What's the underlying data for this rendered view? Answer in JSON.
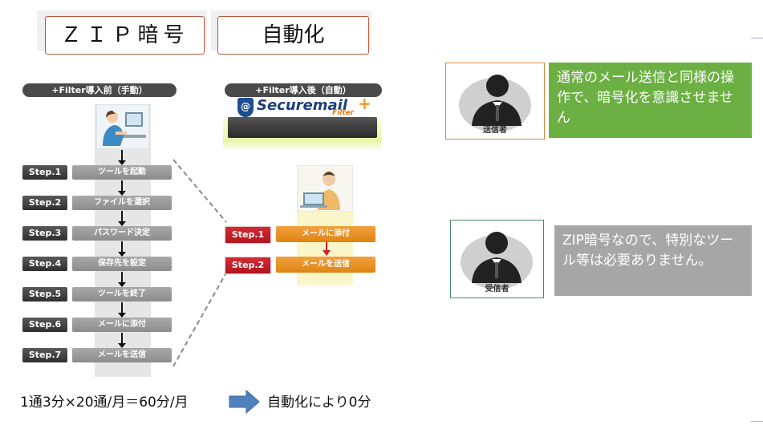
{
  "tabs": {
    "zip": "ＺＩＰ暗号",
    "auto": "自動化"
  },
  "before": {
    "header": "+Filter導入前（手動）",
    "steps": [
      {
        "label": "Step.1",
        "action": "ツールを起動"
      },
      {
        "label": "Step.2",
        "action": "ファイルを選択"
      },
      {
        "label": "Step.3",
        "action": "パスワード決定"
      },
      {
        "label": "Step.4",
        "action": "保存先を設定"
      },
      {
        "label": "Step.5",
        "action": "ツールを終了"
      },
      {
        "label": "Step.6",
        "action": "メールに添付"
      },
      {
        "label": "Step.7",
        "action": "メールを送信"
      }
    ]
  },
  "after": {
    "header": "+Filter導入後（自動）",
    "logo_text": "Securemail",
    "logo_sub": "Filter",
    "steps": [
      {
        "label": "Step.1",
        "action": "メールに添付"
      },
      {
        "label": "Step.2",
        "action": "メールを送信"
      }
    ]
  },
  "sender": {
    "caption": "送信者",
    "message": "通常のメール送信と同様の操作で、暗号化を意識させません",
    "color": "#6cb043"
  },
  "receiver": {
    "caption": "受信者",
    "message": "ZIP暗号なので、特別なツール等は必要ありません。",
    "color": "#a6a6a6"
  },
  "footer": {
    "equation": "1通3分×20通/月＝60分/月",
    "result": "自動化により0分"
  },
  "colors": {
    "step_red": "#c8202a",
    "step_orange": "#e8901f",
    "arrow_blue": "#4f81bd"
  }
}
